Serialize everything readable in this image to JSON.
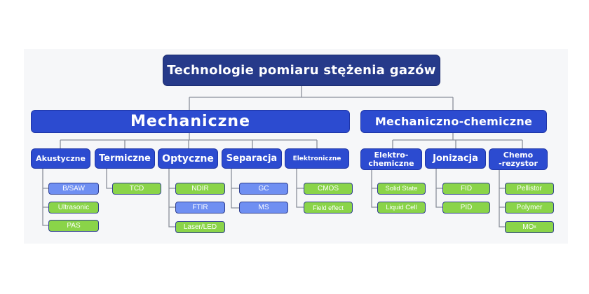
{
  "root": "Technologie pomiaru stężenia gazów",
  "groups": [
    {
      "label": "Mechaniczne"
    },
    {
      "label": "Mechaniczno-chemiczne"
    }
  ],
  "categories": [
    {
      "label": "Akustyczne",
      "leaves": [
        "B/SAW",
        "Ultrasonic",
        "PAS"
      ]
    },
    {
      "label": "Termiczne",
      "leaves": [
        "TCD"
      ]
    },
    {
      "label": "Optyczne",
      "leaves": [
        "NDIR",
        "FTIR",
        "Laser/LED"
      ]
    },
    {
      "label": "Separacja",
      "leaves": [
        "GC",
        "MS"
      ]
    },
    {
      "label": "Elektroniczne",
      "leaves": [
        "CMOS",
        "Field effect"
      ]
    },
    {
      "label": "Elektro-\nchemiczne",
      "leaves": [
        "Solid State",
        "Liquid Cell"
      ]
    },
    {
      "label": "Jonizacja",
      "leaves": [
        "FID",
        "PID"
      ]
    },
    {
      "label": "Chemo\n-rezystor",
      "leaves": [
        "Pellistor",
        "Polymer",
        "MO",
        "x"
      ]
    }
  ],
  "leaf_colors": {
    "blue": "#6f8ff2",
    "green": "#8ad449",
    "navy": "#263a8a",
    "royal": "#2c4bd0"
  }
}
